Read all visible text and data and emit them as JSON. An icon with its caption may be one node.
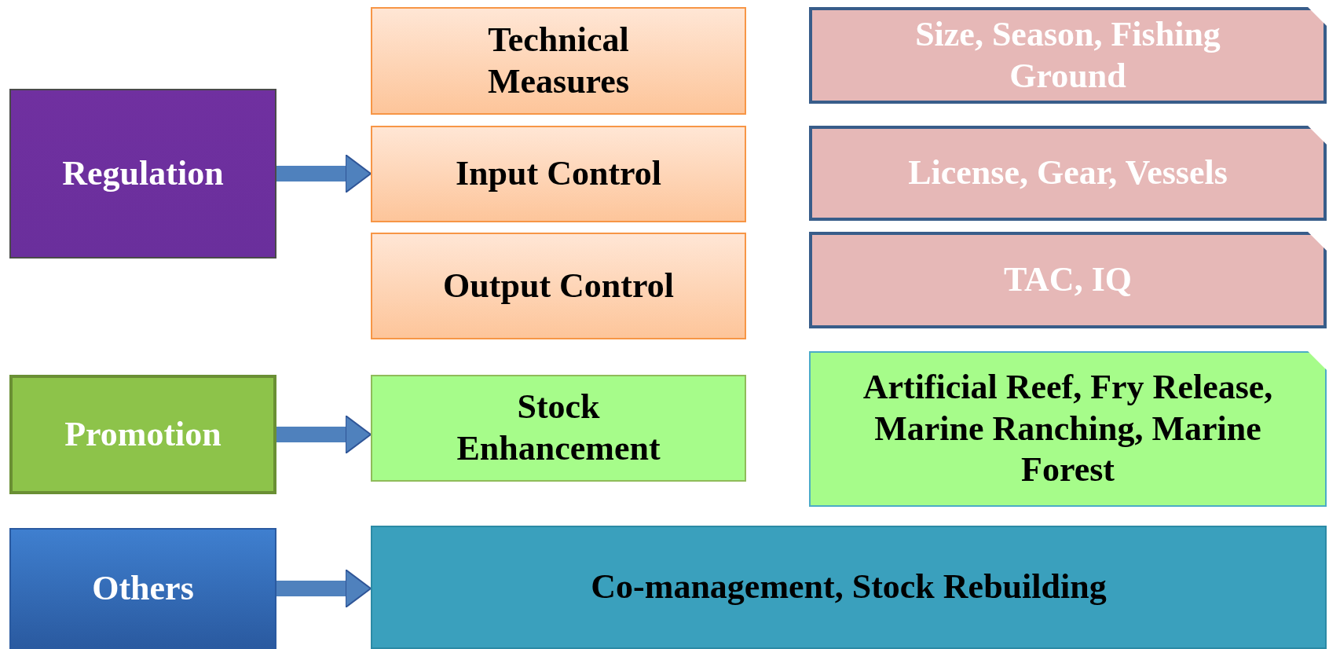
{
  "diagram": {
    "nodes": [
      {
        "text": [
          "Regulation"
        ]
      },
      {
        "text": [
          "Technical Measures"
        ]
      },
      {
        "text": [
          "Input Control"
        ]
      },
      {
        "text": [
          "Output Control"
        ]
      },
      {
        "text": [
          "Size, Season, Fishing Ground"
        ]
      },
      {
        "text": [
          "License, Gear, Vessels"
        ]
      },
      {
        "text": [
          "TAC, IQ"
        ]
      },
      {
        "text": [
          "Promotion"
        ]
      },
      {
        "text": [
          "Stock Enhancement"
        ]
      },
      {
        "text": [
          "Artificial Reef, Fry Release, Marine Ranching, Marine Forest"
        ]
      },
      {
        "text": [
          "Others"
        ]
      },
      {
        "text": [
          "Co-management, Stock Rebuilding"
        ]
      }
    ],
    "edges": [
      {
        "from": 0,
        "to": 2,
        "arrow": "to"
      },
      {
        "from": 7,
        "to": 8,
        "arrow": "to"
      },
      {
        "from": 10,
        "to": 11,
        "arrow": "to"
      }
    ]
  }
}
